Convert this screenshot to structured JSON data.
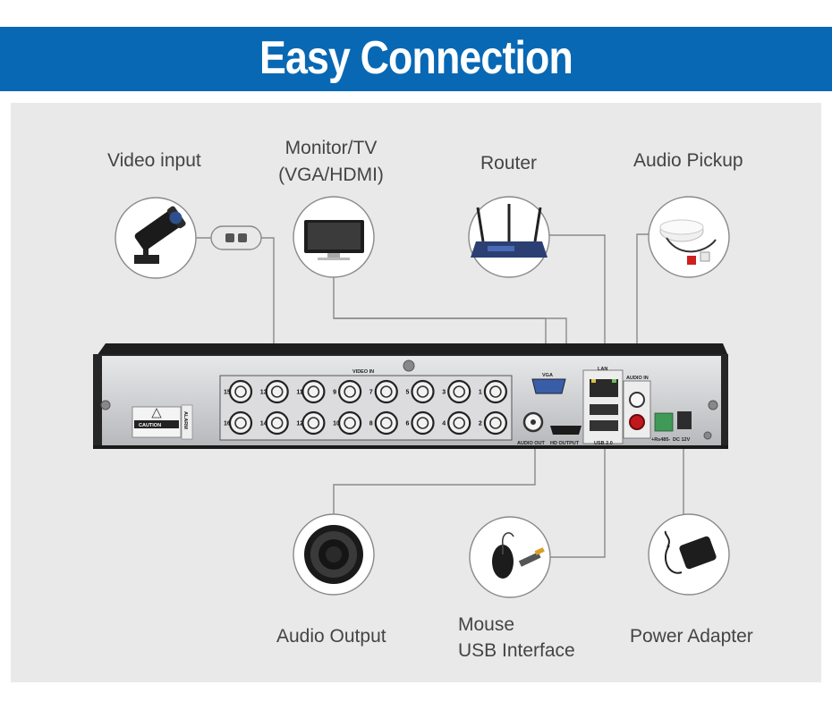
{
  "banner": {
    "title": "Easy Connection"
  },
  "devices": {
    "video_input": "Video input",
    "monitor_line1": "Monitor/TV",
    "monitor_line2": "(VGA/HDMI)",
    "router": "Router",
    "audio_pickup": "Audio Pickup",
    "audio_output": "Audio Output",
    "mouse_line1": "Mouse",
    "mouse_line2": "USB Interface",
    "power_adapter": "Power Adapter"
  },
  "dvr": {
    "video_in_label": "VIDEO IN",
    "vga_label": "VGA",
    "lan_label": "LAN",
    "audio_in_label": "AUDIO IN",
    "audio_out_label": "AUDIO OUT",
    "hd_output_label": "HD OUTPUT",
    "usb_label": "USB 2.0",
    "rs485_label": "+Rs485-",
    "dc_label": "DC 12V",
    "caution_label": "CAUTION",
    "alarm_label": "ALARM",
    "bnc_top_numbers": [
      "15",
      "13",
      "11",
      "9",
      "7",
      "5",
      "3",
      "1"
    ],
    "bnc_bottom_numbers": [
      "16",
      "14",
      "12",
      "10",
      "8",
      "6",
      "4",
      "2"
    ]
  },
  "colors": {
    "banner": "#0868b4",
    "panel": "#e9e9ea",
    "connector_line": "#8a8a8a"
  }
}
